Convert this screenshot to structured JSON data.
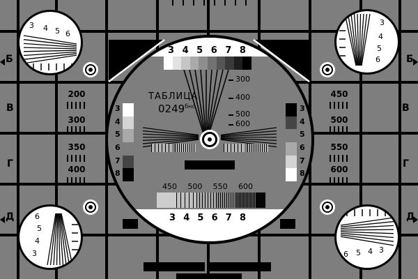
{
  "colors": {
    "background": "#7e7e7e",
    "grid_line": "#000000",
    "white": "#ffffff",
    "black": "#000000",
    "ramp_top": [
      "#ffffff",
      "#e2e2e2",
      "#c6c6c6",
      "#aaaaaa",
      "#8e8e8e",
      "#727272",
      "#565656",
      "#3a3a3a",
      "#1e1e1e",
      "#000000"
    ],
    "ramp_left_strip": [
      "#ffffff",
      "#d4d4d4",
      "#a9a9a9",
      "#7e7e7e",
      "#454545",
      "#000000"
    ],
    "ramp_right_strip": [
      "#000000",
      "#454545",
      "#7e7e7e",
      "#a9a9a9",
      "#d4d4d4",
      "#ffffff"
    ]
  },
  "title": {
    "name": "ТАБЛИЦА",
    "code": "0249",
    "sup": "бнс"
  },
  "edge_labels": {
    "left": [
      "Б",
      "В",
      "Г",
      "Д"
    ],
    "right": [
      "Б",
      "В",
      "Г",
      "Д"
    ]
  },
  "left_column": [
    "200",
    "300",
    "350",
    "400"
  ],
  "right_column": [
    "450",
    "500",
    "550",
    "600"
  ],
  "center": {
    "top_scale": [
      "3",
      "4",
      "5",
      "6",
      "7",
      "8"
    ],
    "wedge_marks": [
      "300",
      "400",
      "500",
      "600"
    ],
    "left_strip": [
      "3",
      "4",
      "5",
      "6",
      "7",
      "8"
    ],
    "right_strip": [
      "3",
      "4",
      "5",
      "6",
      "7",
      "8"
    ],
    "bottom_freqs": [
      "450",
      "500",
      "550",
      "600"
    ],
    "bottom_scale": [
      "3",
      "4",
      "5",
      "6",
      "7",
      "8"
    ]
  },
  "corners": {
    "top_left": [
      "3",
      "4",
      "5",
      "6"
    ],
    "top_right": [
      "3",
      "4",
      "5",
      "6"
    ],
    "bottom_left": [
      "6",
      "5",
      "4",
      "3"
    ],
    "bottom_right": [
      "6",
      "5",
      "4",
      "3"
    ]
  }
}
